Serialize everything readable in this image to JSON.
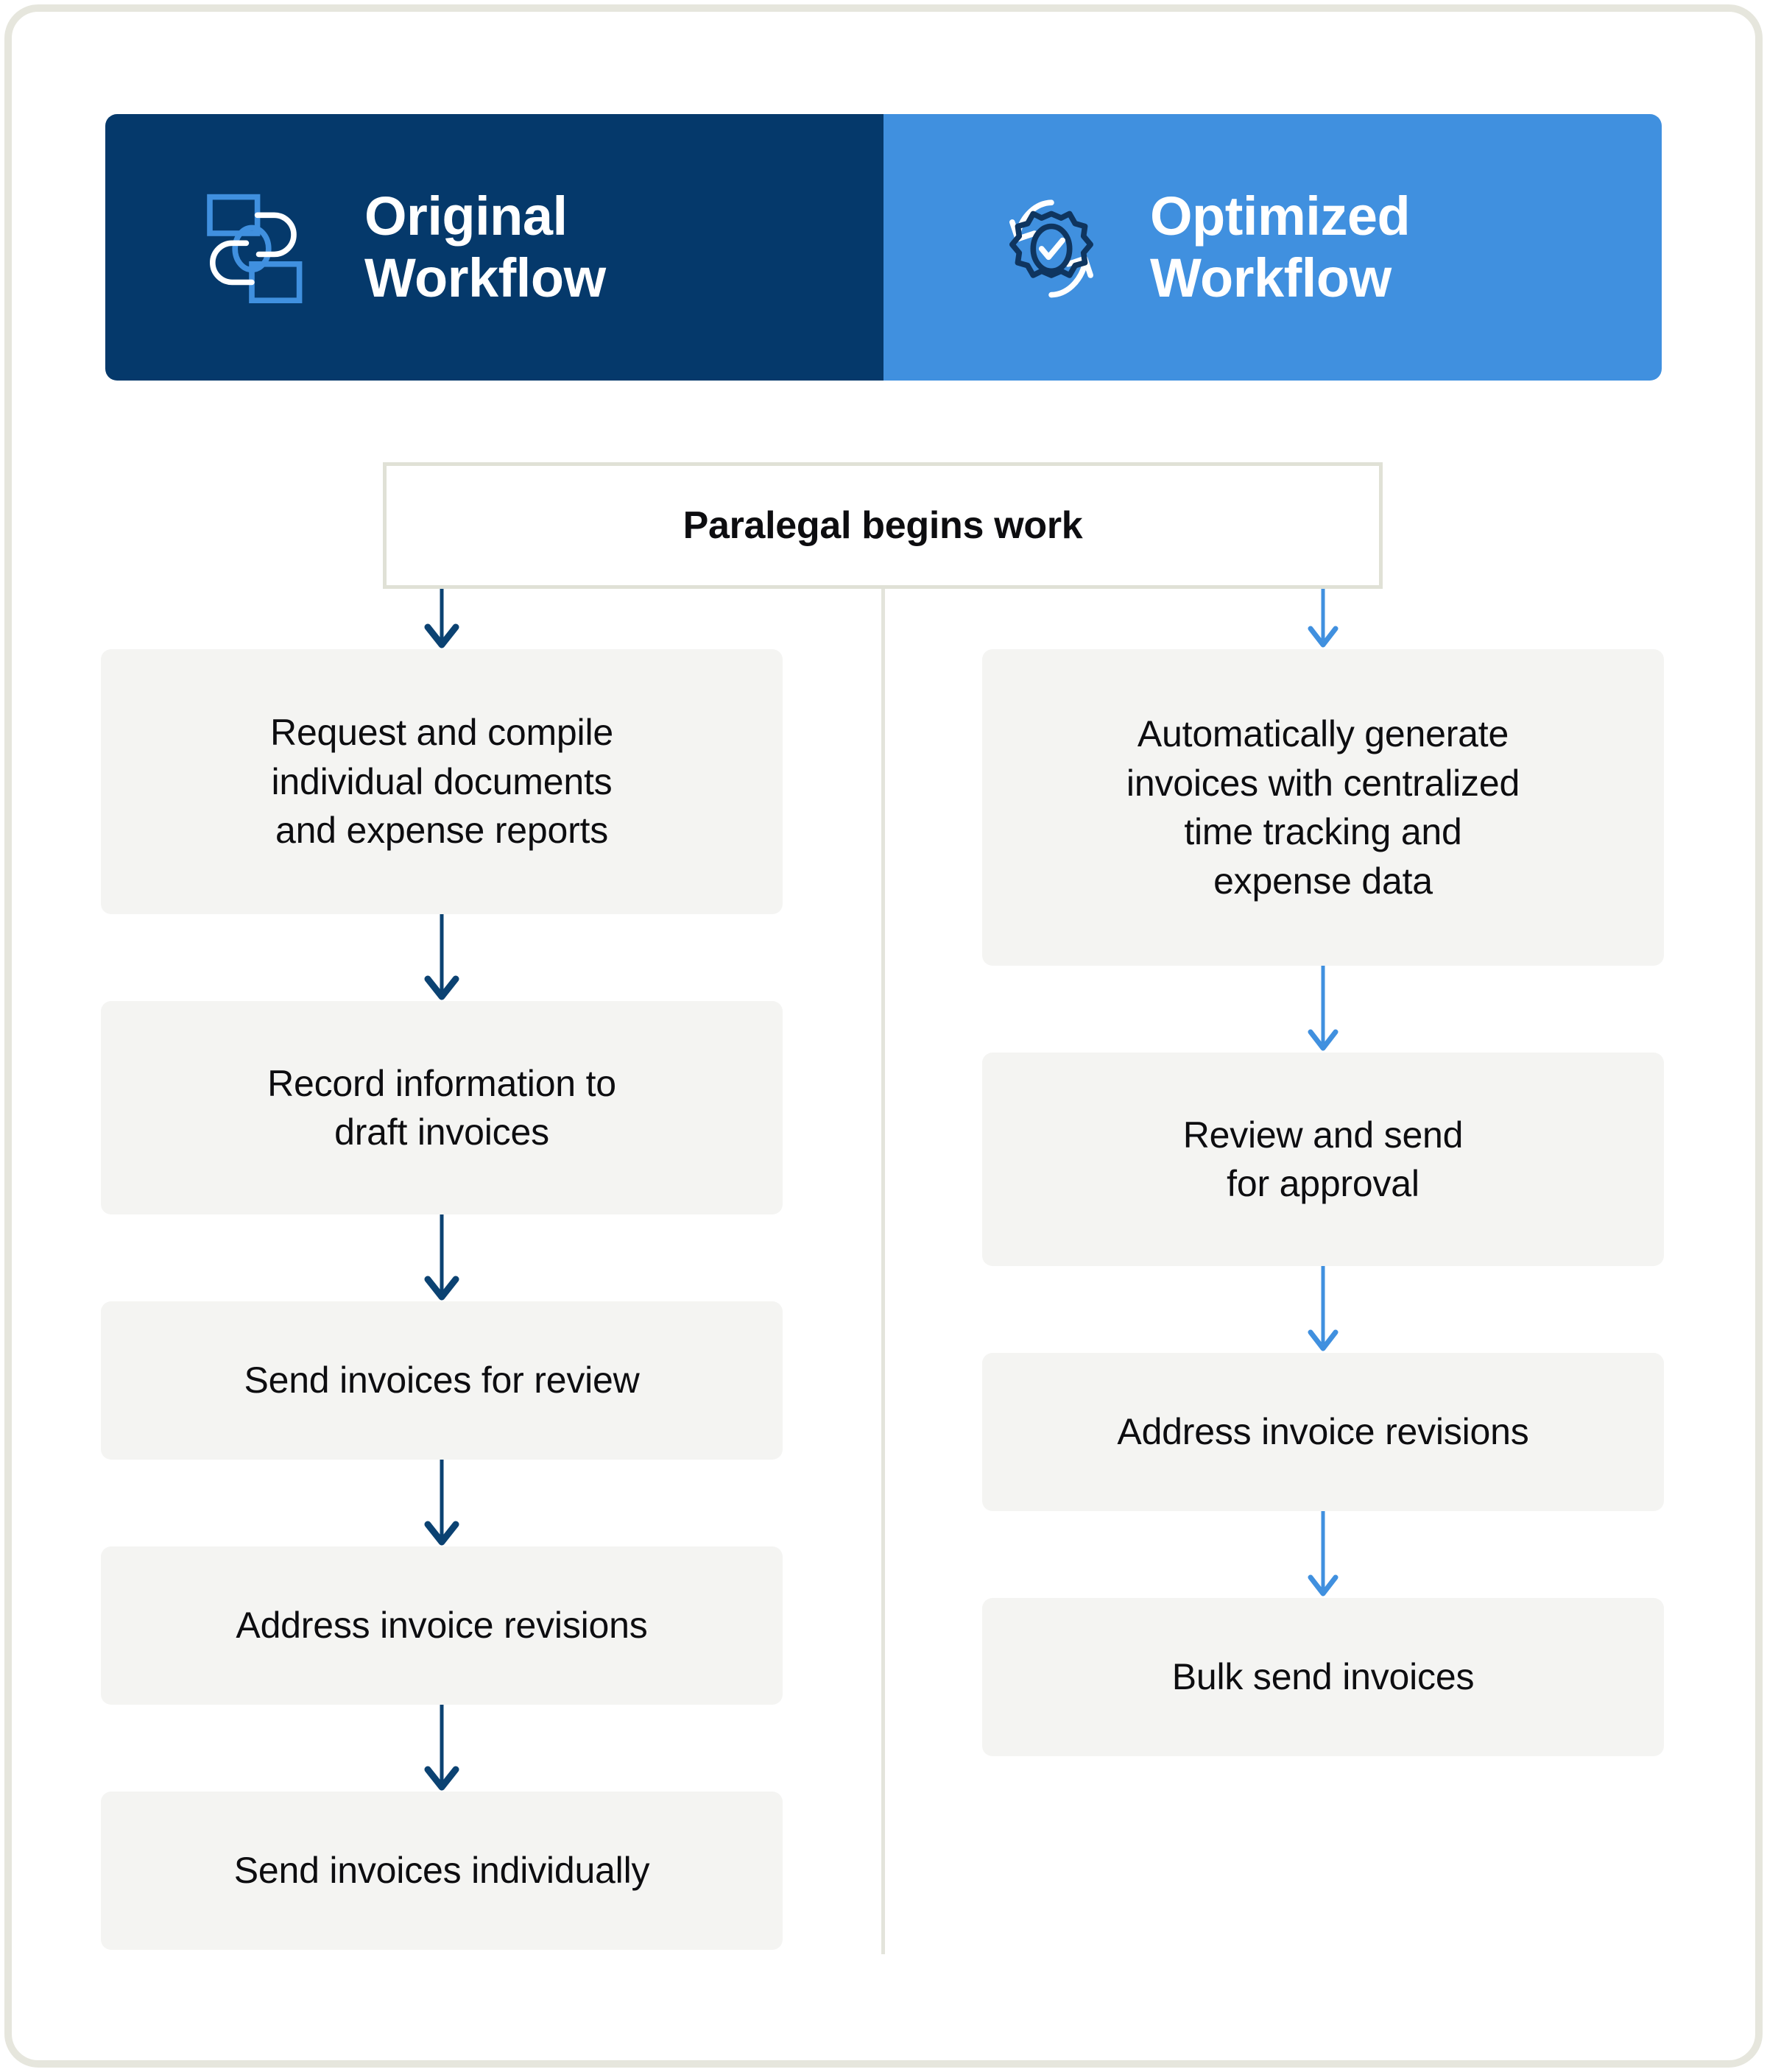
{
  "theme": {
    "navy": "#05396b",
    "blue": "#4090df",
    "box_fill": "#f4f4f2",
    "frame_border": "#e6e6dd",
    "divider": "#e3e4db",
    "start_box_border": "#e0e1d6",
    "text": "#0d0d10"
  },
  "header": {
    "left": {
      "title": "Original\nWorkflow",
      "icon": "flowchart-nodes-icon"
    },
    "right": {
      "title": "Optimized\nWorkflow",
      "icon": "gear-check-refresh-icon"
    }
  },
  "start": {
    "label": "Paralegal begins work"
  },
  "columns": {
    "original": {
      "arrow_color": "#0b4272",
      "steps": [
        {
          "label": "Request and compile\nindividual documents\nand expense reports"
        },
        {
          "label": "Record information to\ndraft invoices"
        },
        {
          "label": "Send invoices for review"
        },
        {
          "label": "Address invoice revisions"
        },
        {
          "label": "Send invoices individually"
        }
      ]
    },
    "optimized": {
      "arrow_color": "#4090df",
      "steps": [
        {
          "label": "Automatically generate\ninvoices with centralized\ntime tracking and\nexpense data"
        },
        {
          "label": "Review and send\nfor approval"
        },
        {
          "label": "Address invoice revisions"
        },
        {
          "label": "Bulk send invoices"
        }
      ]
    }
  }
}
